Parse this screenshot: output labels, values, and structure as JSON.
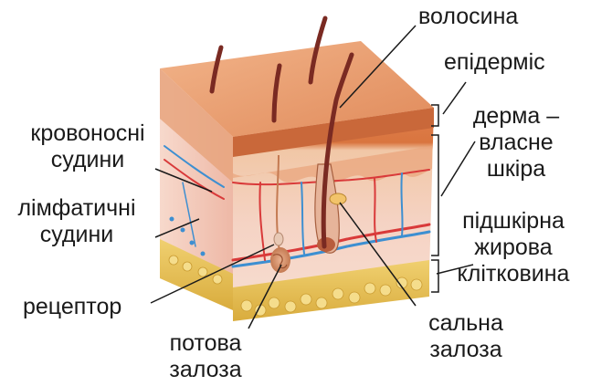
{
  "labels": {
    "hair": "волосина",
    "epidermis": "епідерміс",
    "dermis": [
      "дерма –",
      "власне",
      "шкіра"
    ],
    "blood_vessels": [
      "кровоносні",
      "судини"
    ],
    "lymph_vessels": [
      "лімфатичні",
      "судини"
    ],
    "hypodermis": [
      "підшкірна",
      "жирова",
      "клітковина"
    ],
    "receptor": "рецептор",
    "sebaceous_gland": [
      "сальна",
      "залоза"
    ],
    "sweat_gland": [
      "потова",
      "залоза"
    ]
  },
  "colors": {
    "epidermis_top": "#e99a6e",
    "epidermis_dark": "#c9683a",
    "dermis": "#f4cdbf",
    "dermis_light": "#f8e0d5",
    "fat": "#e8c25a",
    "hair": "#7a2a22",
    "artery": "#d93a3a",
    "vein": "#3d8fd1",
    "leader_line": "#1a1a1a"
  }
}
